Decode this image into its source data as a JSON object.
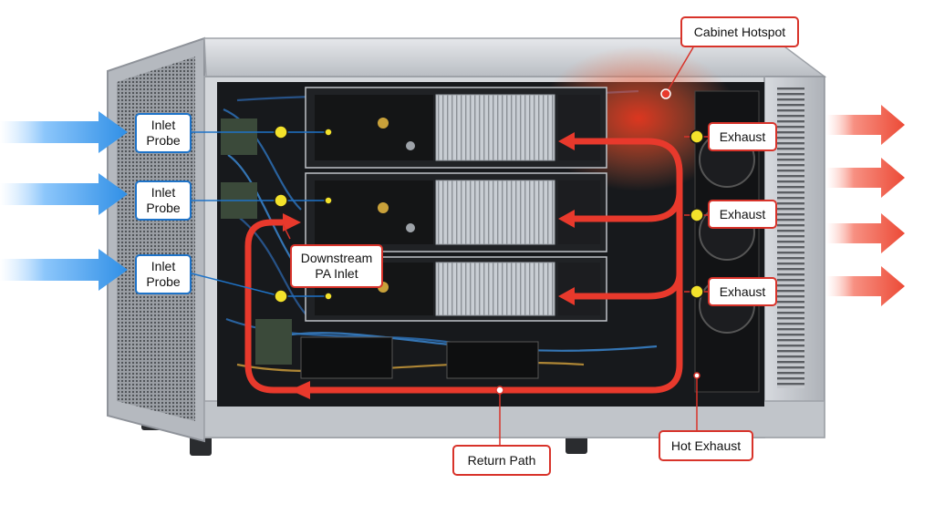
{
  "colors": {
    "inlet": "#1e73c8",
    "hot": "#e8392c",
    "probe": "#f3e22b",
    "chassis": "#c9ccd1",
    "frame": "#a9adb3"
  },
  "labels": {
    "cabinet_hotspot": "Cabinet Hotspot",
    "inlet_probe_1": [
      "Inlet",
      "Probe"
    ],
    "inlet_probe_2": [
      "Inlet",
      "Probe"
    ],
    "inlet_probe_3": [
      "Inlet",
      "Probe"
    ],
    "downstream_pa_inlet": [
      "Downstream",
      "PA Inlet"
    ],
    "exhaust_1": "Exhaust",
    "exhaust_2": "Exhaust",
    "exhaust_3": "Exhaust",
    "return_path": "Return Path",
    "hot_exhaust": "Hot Exhaust"
  }
}
